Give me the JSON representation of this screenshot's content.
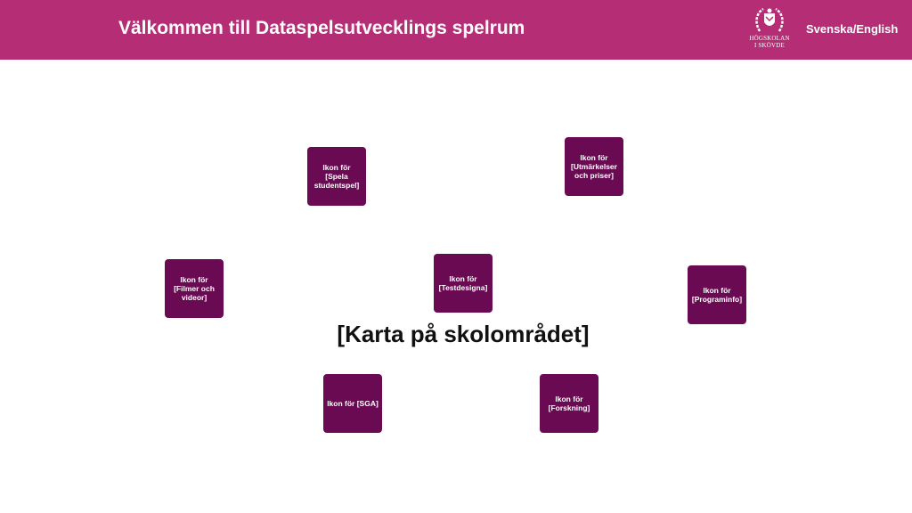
{
  "header": {
    "title": "Välkommen till Dataspelsutvecklings spelrum",
    "language_toggle": "Svenska/English",
    "logo_text": "HÖGSKOLAN I SKÖVDE",
    "logo_line1": "HÖGSKOLAN",
    "logo_line2": "I SKÖVDE"
  },
  "tiles": [
    {
      "label": "Ikon för [Spela studentspel]"
    },
    {
      "label": "Ikon för [Utmärkelser och priser]"
    },
    {
      "label": "Ikon för [Filmer och videor]"
    },
    {
      "label": "Ikon för [Testdesigna]"
    },
    {
      "label": "Ikon för [Programinfo]"
    },
    {
      "label": "Ikon för [SGA]"
    },
    {
      "label": "Ikon för [Forskning]"
    }
  ],
  "map_label": "[Karta på skolområdet]",
  "colors": {
    "header": "#b42d75",
    "tile": "#6a0a52"
  }
}
